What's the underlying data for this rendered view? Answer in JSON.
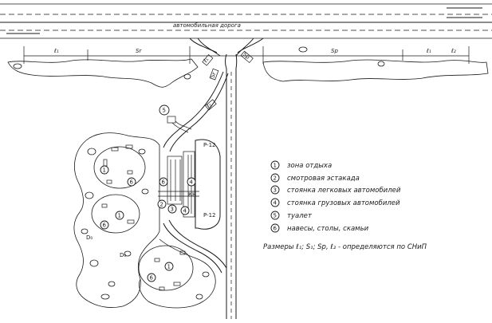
{
  "road": {
    "title": "автомобильная дорога"
  },
  "dimensions": {
    "l1_left": "ℓ₁",
    "sr": "Sr",
    "sp": "Sp",
    "l1_right": "ℓ₁",
    "l2_right": "ℓ₂",
    "l1_badge": "ℓ₁",
    "sr_badge": "Sr",
    "sp_badge": "Sp",
    "l2_badge": "ℓ₂",
    "kn": "КН",
    "d_marks": [
      "D₀",
      "D₀"
    ]
  },
  "numbers": [
    "1",
    "2",
    "3",
    "4",
    "5",
    "6"
  ],
  "legend": {
    "items": [
      {
        "num": "1",
        "text": "зона отдыха"
      },
      {
        "num": "2",
        "text": "смотровая эстакада"
      },
      {
        "num": "3",
        "text": "стоянка легковых автомобилей"
      },
      {
        "num": "4",
        "text": "стоянка грузовых автомобилей"
      },
      {
        "num": "5",
        "text": "туалет"
      },
      {
        "num": "6",
        "text": "навесы, столы, скамьи"
      }
    ],
    "note": "Размеры ℓ₁; S₁; Sр, ℓ₂ - определяются по СНиП"
  }
}
